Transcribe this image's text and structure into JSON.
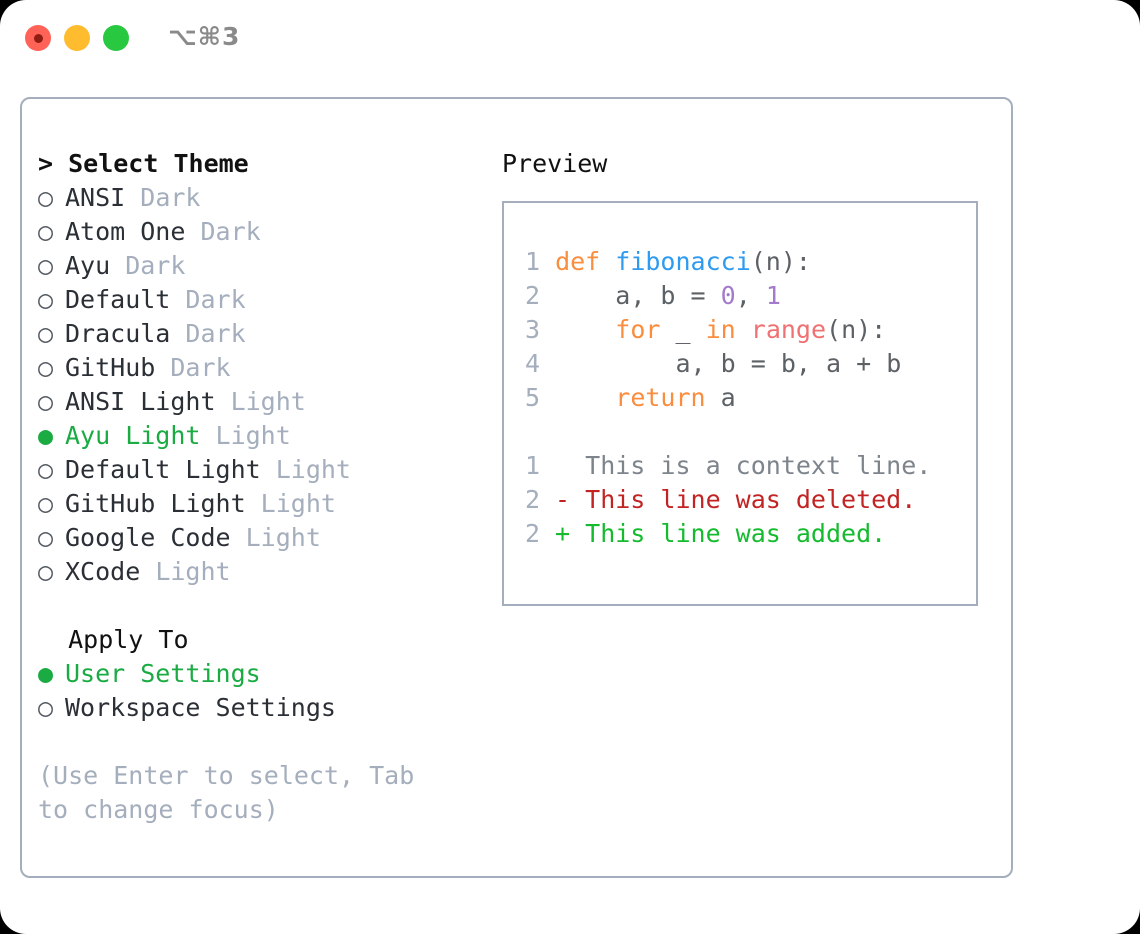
{
  "titlebar": {
    "shortcut": "⌥⌘3",
    "buttons": {
      "close": "close",
      "minimize": "minimize",
      "maximize": "maximize"
    }
  },
  "theme_section": {
    "header": "> Select Theme",
    "focused": true,
    "marker_selected": "●",
    "marker_unselected": "○",
    "items": [
      {
        "marker": "○",
        "label": "ANSI",
        "suffix": "Dark",
        "selected": false
      },
      {
        "marker": "○",
        "label": "Atom One",
        "suffix": "Dark",
        "selected": false
      },
      {
        "marker": "○",
        "label": "Ayu",
        "suffix": "Dark",
        "selected": false
      },
      {
        "marker": "○",
        "label": "Default",
        "suffix": "Dark",
        "selected": false
      },
      {
        "marker": "○",
        "label": "Dracula",
        "suffix": "Dark",
        "selected": false
      },
      {
        "marker": "○",
        "label": "GitHub",
        "suffix": "Dark",
        "selected": false
      },
      {
        "marker": "○",
        "label": "ANSI Light",
        "suffix": "Light",
        "selected": false
      },
      {
        "marker": "●",
        "label": "Ayu Light",
        "suffix": "Light",
        "selected": true
      },
      {
        "marker": "○",
        "label": "Default Light",
        "suffix": "Light",
        "selected": false
      },
      {
        "marker": "○",
        "label": "GitHub Light",
        "suffix": "Light",
        "selected": false
      },
      {
        "marker": "○",
        "label": "Google Code",
        "suffix": "Light",
        "selected": false
      },
      {
        "marker": "○",
        "label": "XCode",
        "suffix": "Light",
        "selected": false
      }
    ]
  },
  "apply_section": {
    "header": "  Apply To",
    "focused": false,
    "items": [
      {
        "marker": "●",
        "label": "User Settings",
        "selected": true
      },
      {
        "marker": "○",
        "label": "Workspace Settings",
        "selected": false
      }
    ]
  },
  "hint": "(Use Enter to select, Tab to change focus)",
  "preview": {
    "header": "Preview",
    "code_lines": [
      {
        "no": "1",
        "tokens": [
          {
            "text": "def ",
            "cls": "tok-kw"
          },
          {
            "text": "fibonacci",
            "cls": "tok-fn"
          },
          {
            "text": "(n):",
            "cls": "tok-punc"
          }
        ]
      },
      {
        "no": "2",
        "tokens": [
          {
            "text": "    a, b = ",
            "cls": "tok-txt"
          },
          {
            "text": "0",
            "cls": "tok-num"
          },
          {
            "text": ", ",
            "cls": "tok-punc"
          },
          {
            "text": "1",
            "cls": "tok-num"
          }
        ]
      },
      {
        "no": "3",
        "tokens": [
          {
            "text": "    ",
            "cls": "tok-txt"
          },
          {
            "text": "for",
            "cls": "tok-kw"
          },
          {
            "text": " _ ",
            "cls": "tok-txt"
          },
          {
            "text": "in",
            "cls": "tok-kw"
          },
          {
            "text": " ",
            "cls": "tok-txt"
          },
          {
            "text": "range",
            "cls": "tok-bi"
          },
          {
            "text": "(n):",
            "cls": "tok-punc"
          }
        ]
      },
      {
        "no": "4",
        "tokens": [
          {
            "text": "        a, b = b, a + b",
            "cls": "tok-txt"
          }
        ]
      },
      {
        "no": "5",
        "tokens": [
          {
            "text": "    ",
            "cls": "tok-txt"
          },
          {
            "text": "return",
            "cls": "tok-kw"
          },
          {
            "text": " a",
            "cls": "tok-txt"
          }
        ]
      }
    ],
    "diff_lines": [
      {
        "no": "1",
        "sign": "  ",
        "text": "This is a context line.",
        "kind": "diff-ctx"
      },
      {
        "no": "2",
        "sign": "- ",
        "text": "This line was deleted.",
        "kind": "diff-del"
      },
      {
        "no": "2",
        "sign": "+ ",
        "text": "This line was added.",
        "kind": "diff-add"
      }
    ]
  },
  "colors": {
    "accent_green": "#1aab43",
    "muted": "#a4aebc",
    "keyword": "#fa8d3e",
    "function": "#2f9bf0",
    "number": "#a37acc",
    "builtin": "#f07171",
    "diff_delete": "#c22424",
    "diff_add": "#15bb2f",
    "border": "#a4aebc"
  }
}
